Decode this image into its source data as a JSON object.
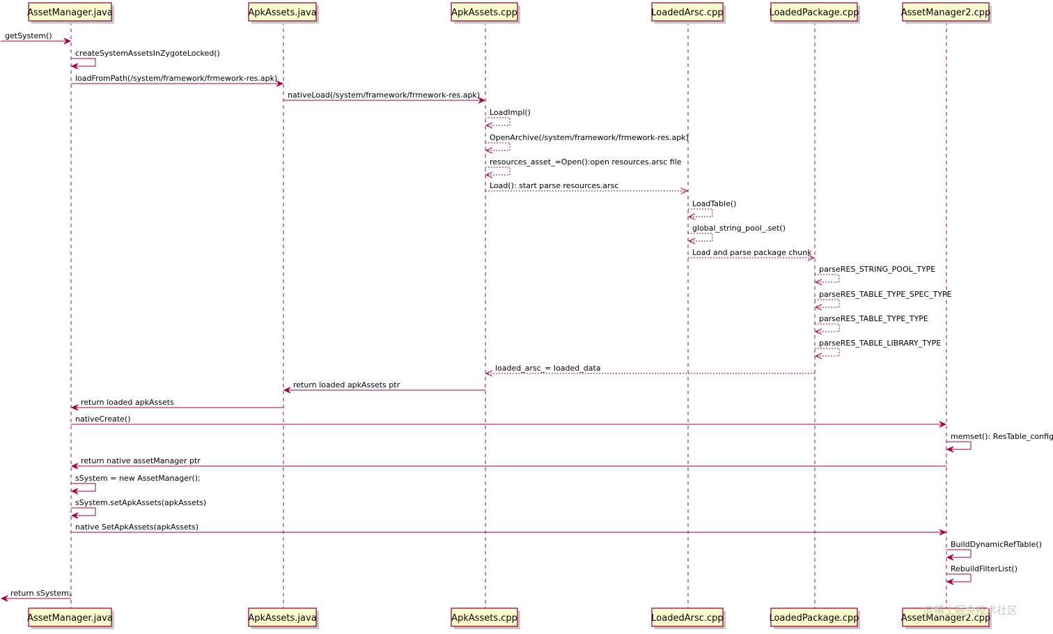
{
  "participants": [
    {
      "id": "am",
      "name": "AssetManager.java"
    },
    {
      "id": "aj",
      "name": "ApkAssets.java"
    },
    {
      "id": "ac",
      "name": "ApkAssets.cpp"
    },
    {
      "id": "la",
      "name": "LoadedArsc.cpp"
    },
    {
      "id": "lp",
      "name": "LoadedPackage.cpp"
    },
    {
      "id": "am2",
      "name": "AssetManager2.cpp"
    }
  ],
  "messages": [
    {
      "from": "ext",
      "to": "am",
      "label": "getSystem()",
      "style": "solid"
    },
    {
      "from": "am",
      "to": "am",
      "label": "createSystemAssetsInZygoteLocked()",
      "style": "solid"
    },
    {
      "from": "am",
      "to": "aj",
      "label": "loadFromPath(/system/framework/frmework-res.apk)",
      "style": "solid"
    },
    {
      "from": "aj",
      "to": "ac",
      "label": "nativeLoad(/system/framework/frmework-res.apk)",
      "style": "solid"
    },
    {
      "from": "ac",
      "to": "ac",
      "label": "LoadImpl()",
      "style": "dashed"
    },
    {
      "from": "ac",
      "to": "ac",
      "label": "OpenArchive(/system/framework/frmework-res.apk)",
      "style": "dashed"
    },
    {
      "from": "ac",
      "to": "ac",
      "label": "resources_asset_=Open():open resources.arsc file",
      "style": "dashed"
    },
    {
      "from": "ac",
      "to": "la",
      "label": "Load(): start parse resources.arsc",
      "style": "dashed"
    },
    {
      "from": "la",
      "to": "la",
      "label": "LoadTable()",
      "style": "dashed"
    },
    {
      "from": "la",
      "to": "la",
      "label": "global_string_pool_.set()",
      "style": "dashed"
    },
    {
      "from": "la",
      "to": "lp",
      "label": "Load and parse package chunk",
      "style": "dashed"
    },
    {
      "from": "lp",
      "to": "lp",
      "label": "parseRES_STRING_POOL_TYPE",
      "style": "dashed"
    },
    {
      "from": "lp",
      "to": "lp",
      "label": "parseRES_TABLE_TYPE_SPEC_TYPE",
      "style": "dashed"
    },
    {
      "from": "lp",
      "to": "lp",
      "label": "parseRES_TABLE_TYPE_TYPE",
      "style": "dashed"
    },
    {
      "from": "lp",
      "to": "lp",
      "label": "parseRES_TABLE_LIBRARY_TYPE",
      "style": "dashed"
    },
    {
      "from": "lp",
      "to": "ac",
      "label": "loaded_arsc_= loaded_data",
      "style": "dashed"
    },
    {
      "from": "ac",
      "to": "aj",
      "label": "return loaded apkAssets ptr",
      "style": "solid"
    },
    {
      "from": "aj",
      "to": "am",
      "label": "return loaded apkAssets",
      "style": "solid"
    },
    {
      "from": "am",
      "to": "am2",
      "label": "nativeCreate()",
      "style": "solid"
    },
    {
      "from": "am2",
      "to": "am2",
      "label": "memset(): ResTable_config",
      "style": "solid"
    },
    {
      "from": "am2",
      "to": "am",
      "label": "return native assetManager ptr",
      "style": "solid"
    },
    {
      "from": "am",
      "to": "am",
      "label": "sSystem = new AssetManager();",
      "style": "solid"
    },
    {
      "from": "am",
      "to": "am",
      "label": "sSystem.setApkAssets(apkAssets)",
      "style": "solid"
    },
    {
      "from": "am",
      "to": "am2",
      "label": "native SetApkAssets(apkAssets)",
      "style": "solid"
    },
    {
      "from": "am2",
      "to": "am2",
      "label": "BuildDynamicRefTable()",
      "style": "solid"
    },
    {
      "from": "am2",
      "to": "am2",
      "label": "RebuildFilterList()",
      "style": "solid"
    },
    {
      "from": "am",
      "to": "ext",
      "label": "return sSystem;",
      "style": "solid"
    }
  ],
  "watermark": "@稀土掘金技术社区",
  "colors": {
    "accent": "#A80036",
    "box_fill": "#FEFECE"
  }
}
